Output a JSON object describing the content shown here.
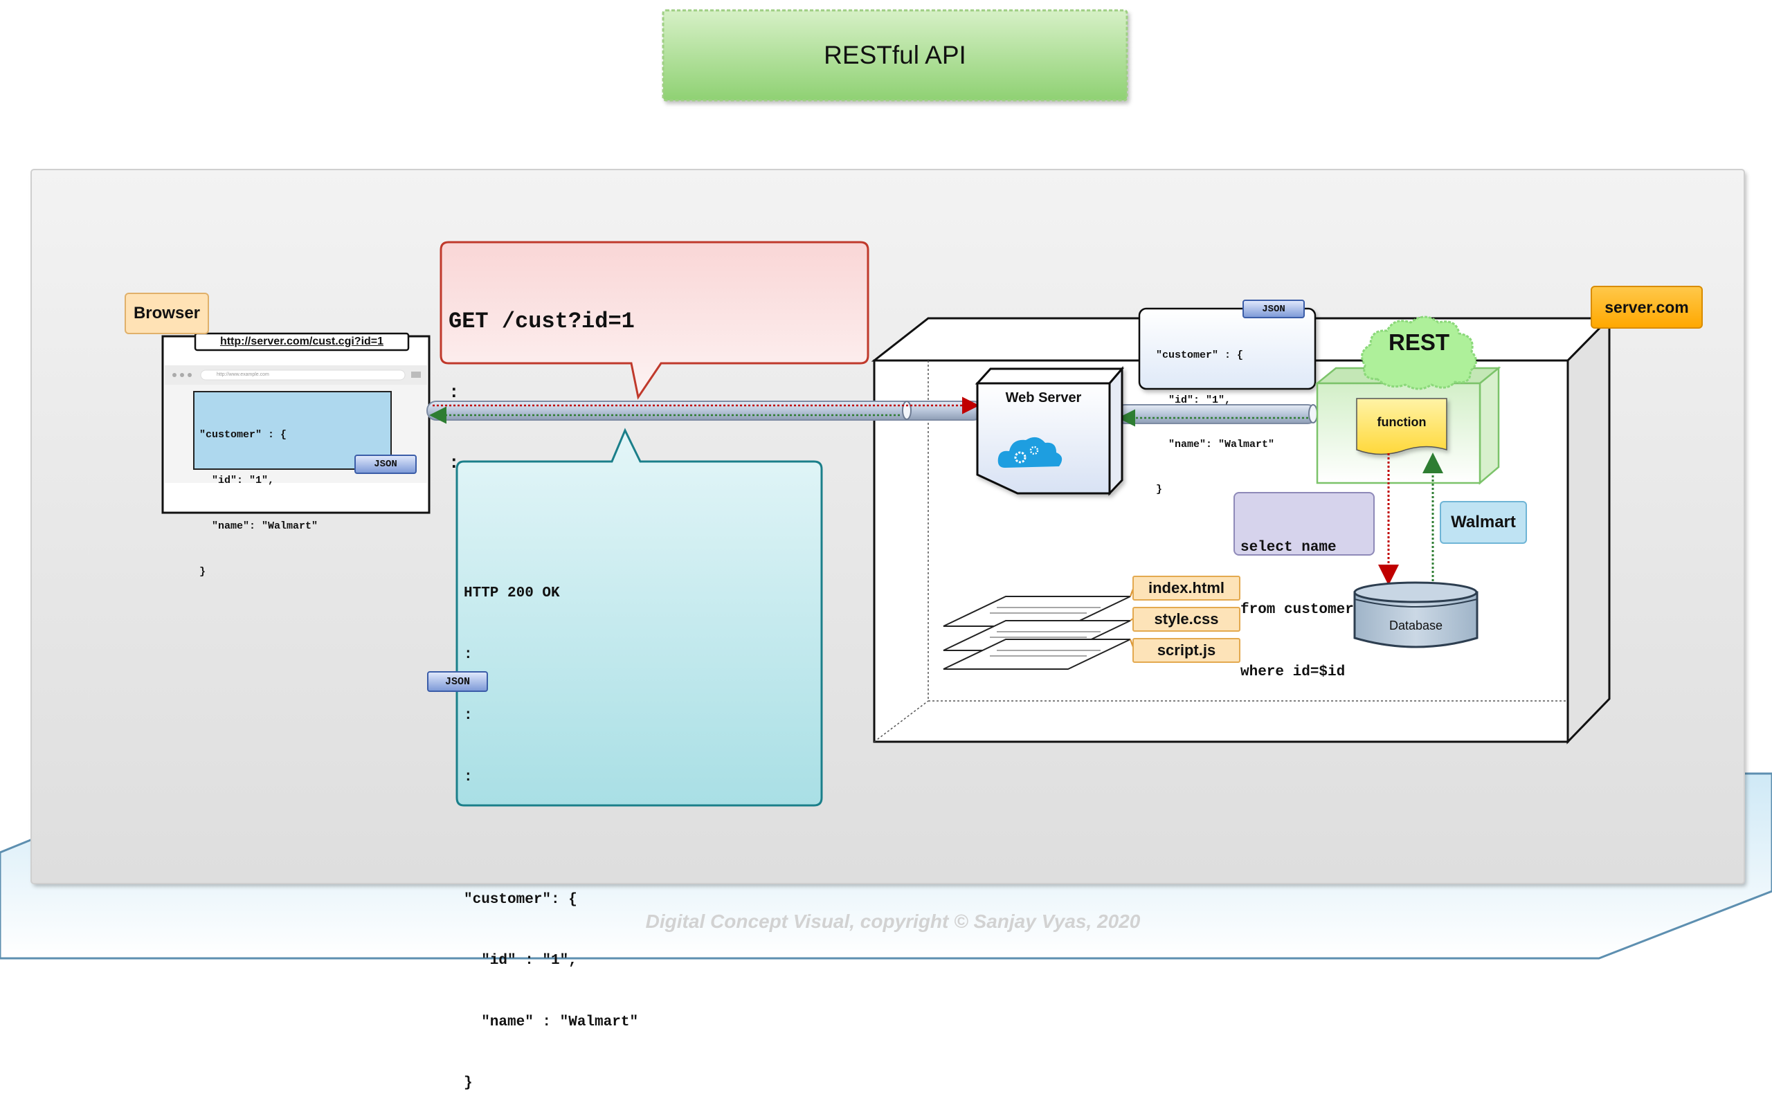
{
  "title": "RESTful API",
  "browser": {
    "label": "Browser",
    "url": "http://server.com/cust.cgi?id=1",
    "mini_url": "http://www.example.com",
    "json_lines": [
      "\"customer\" : {",
      "  \"id\": \"1\",",
      "  \"name\": \"Walmart\"",
      "}"
    ],
    "json_badge": "JSON"
  },
  "request": {
    "lines": [
      "GET /cust?id=1",
      ":",
      ":"
    ]
  },
  "response": {
    "lines": [
      "HTTP 200 OK",
      ":",
      ":",
      ":",
      "",
      "\"customer\": {",
      "  \"id\" : \"1\",",
      "  \"name\" : \"Walmart\"",
      "}"
    ],
    "json_badge": "JSON"
  },
  "server": {
    "label": "server.com",
    "web_server_label": "Web Server",
    "json_card_lines": [
      "\"customer\" : {",
      "  \"id\": \"1\",",
      "  \"name\": \"Walmart\"",
      "}"
    ],
    "json_card_badge": "JSON",
    "rest_label": "REST",
    "function_label": "function",
    "sql_lines": [
      "select name",
      "from customer",
      "where id=$id"
    ],
    "result_label": "Walmart",
    "database_label": "Database",
    "files": [
      "index.html",
      "style.css",
      "script.js"
    ]
  },
  "footer": "Digital Concept Visual, copyright © Sanjay Vyas, 2020",
  "colors": {
    "title_green": "#a8dd8a",
    "request_red": "#fbe0e0",
    "response_teal": "#b5e3e8",
    "server_orange": "#ffb300",
    "browser_tag": "#ffe2b5",
    "sql_lavender": "#d6d3ec",
    "result_blue": "#bfe3f3",
    "file_tag": "#fde3b8",
    "function_yellow": "#ffe24d",
    "rest_cloud": "#aef09a"
  }
}
